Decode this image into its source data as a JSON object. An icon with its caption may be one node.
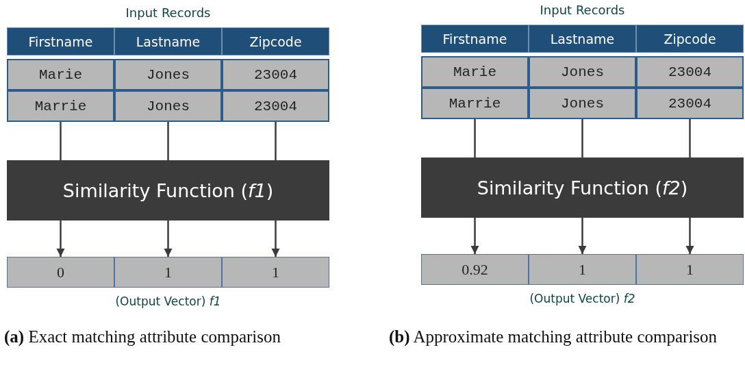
{
  "diagram": {
    "nodes": [
      {
        "text": [
          "Firstname"
        ]
      },
      {
        "text": [
          "Lastname"
        ]
      },
      {
        "text": [
          "Zipcode"
        ]
      },
      {
        "text": [
          "Marie"
        ]
      },
      {
        "text": [
          "Jones"
        ]
      },
      {
        "text": [
          "23004"
        ]
      },
      {
        "text": [
          "Marrie"
        ]
      },
      {
        "text": [
          "Jones"
        ]
      },
      {
        "text": [
          "23004"
        ]
      },
      {
        "text": [
          "Similarity Function (*f1*)"
        ]
      },
      {
        "text": [
          "0"
        ]
      },
      {
        "text": [
          "1"
        ]
      },
      {
        "text": [
          "1"
        ]
      },
      {
        "text": [
          "Firstname"
        ]
      },
      {
        "text": [
          "Lastname"
        ]
      },
      {
        "text": [
          "Zipcode"
        ]
      },
      {
        "text": [
          "Marie"
        ]
      },
      {
        "text": [
          "Jones"
        ]
      },
      {
        "text": [
          "23004"
        ]
      },
      {
        "text": [
          "Marrie"
        ]
      },
      {
        "text": [
          "Jones"
        ]
      },
      {
        "text": [
          "23004"
        ]
      },
      {
        "text": [
          "Similarity Function (*f2*)"
        ]
      },
      {
        "text": [
          "0.92"
        ]
      },
      {
        "text": [
          "1"
        ]
      },
      {
        "text": [
          "1"
        ]
      }
    ],
    "edges": [
      {
        "from": 6,
        "to": 9,
        "arrow": "none"
      },
      {
        "from": 7,
        "to": 9,
        "arrow": "none"
      },
      {
        "from": 8,
        "to": 9,
        "arrow": "none"
      },
      {
        "from": 9,
        "to": 10,
        "arrow": "to"
      },
      {
        "from": 9,
        "to": 11,
        "arrow": "to"
      },
      {
        "from": 9,
        "to": 12,
        "arrow": "to"
      },
      {
        "from": 19,
        "to": 22,
        "arrow": "none"
      },
      {
        "from": 20,
        "to": 22,
        "arrow": "none"
      },
      {
        "from": 21,
        "to": 22,
        "arrow": "none"
      },
      {
        "from": 22,
        "to": 23,
        "arrow": "to"
      },
      {
        "from": 22,
        "to": 24,
        "arrow": "to"
      },
      {
        "from": 22,
        "to": 25,
        "arrow": "to"
      }
    ],
    "labels": [
      "Input Records",
      "Input Records",
      "(Output Vector) *f1*",
      "(Output Vector) *f2*",
      "**(a)** Exact matching attribute comparison",
      "**(b)** Approximate matching attribute comparison"
    ]
  }
}
